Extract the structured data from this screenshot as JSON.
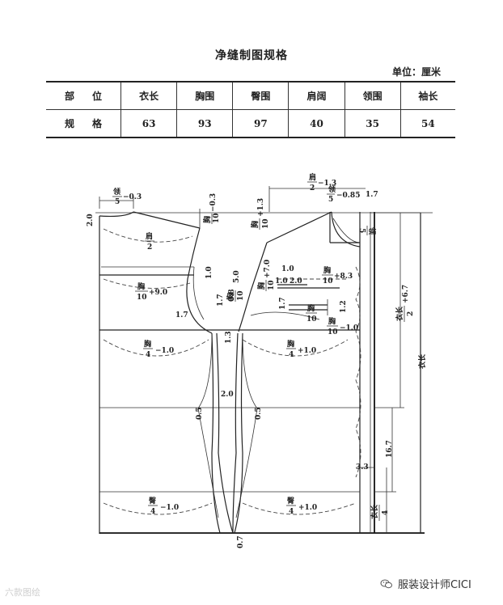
{
  "title": "净缝制图规格",
  "unit_label": "单位：厘米",
  "table": {
    "headers": [
      "部位",
      "衣长",
      "胸围",
      "臀围",
      "肩阔",
      "领围",
      "袖长"
    ],
    "row": [
      "规格",
      "63",
      "93",
      "97",
      "40",
      "35",
      "54"
    ]
  },
  "labels": {
    "neck_left_top": "领",
    "neck_left_bottom": "5",
    "neck_left_suffix": "−0.3",
    "val_2_0_top": "2.0",
    "shoulder_left_top": "肩",
    "shoulder_left_bottom": "2",
    "chest_small_top": "胸",
    "chest_small_bottom": "10",
    "chest_small_suffix": "−0.3",
    "val_1_0_a": "1.0",
    "chest_left_top": "胸",
    "chest_left_bottom": "10",
    "chest_left_suffix": "+9.0",
    "val_1_7_left": "1.7",
    "val_1_7_mid": "1.7",
    "val_0_8": "0.8",
    "val_5_0": "5.0",
    "chest_mid_top": "胸",
    "chest_mid_bottom": "10",
    "val_1_3": "1.3",
    "chest_q_left_top": "胸",
    "chest_q_left_bottom": "4",
    "chest_q_left_suffix": "−1.0",
    "chest_q_right_top": "胸",
    "chest_q_right_bottom": "4",
    "chest_q_right_suffix": "+1.0",
    "val_2_0_mid": "2.0",
    "val_0_5_left": "0.5",
    "val_0_5_right": "0.5",
    "hip_left_top": "臀",
    "hip_left_bottom": "4",
    "hip_left_suffix": "−1.0",
    "hip_right_top": "臀",
    "hip_right_bottom": "4",
    "hip_right_suffix": "+1.0",
    "val_0_7": "0.7",
    "shoulder_right_top": "肩",
    "shoulder_right_bottom": "2",
    "shoulder_right_suffix": "−1.3",
    "neck_right_top": "领",
    "neck_right_bottom": "5",
    "neck_right_suffix": "−0.85",
    "val_1_7_top": "1.7",
    "chest_v_top": "胸",
    "chest_v_bottom": "10",
    "chest_v_suffix": "+1.3",
    "val_1_0_b": "1.0",
    "chest_v2_top": "胸",
    "chest_v2_bottom": "10",
    "chest_v2_suffix": "+7.0",
    "val_1_0_c": "1.0",
    "val_2_0_right": "2.0",
    "chest_r1_top": "胸",
    "chest_r1_bottom": "10",
    "chest_r1_suffix": "+8.3",
    "val_1_7_r": "1.7",
    "val_1_2": "1.2",
    "chest_r2_top": "胸",
    "chest_r2_bottom": "10",
    "chest_r3_top": "胸",
    "chest_r3_bottom": "10",
    "chest_r3_suffix": "−1.0",
    "neck_r_v_top": "领",
    "neck_r_v_bottom": "5",
    "length_half_top": "衣长",
    "length_half_bottom": "2",
    "length_half_suffix": "+6.7",
    "length_total": "衣长",
    "val_16_7": "16.7",
    "val_3_3": "3.3",
    "length_q_top": "衣长",
    "length_q_bottom": "4"
  },
  "watermark": "服装设计师CICI",
  "watermark_left": "六款图绘"
}
